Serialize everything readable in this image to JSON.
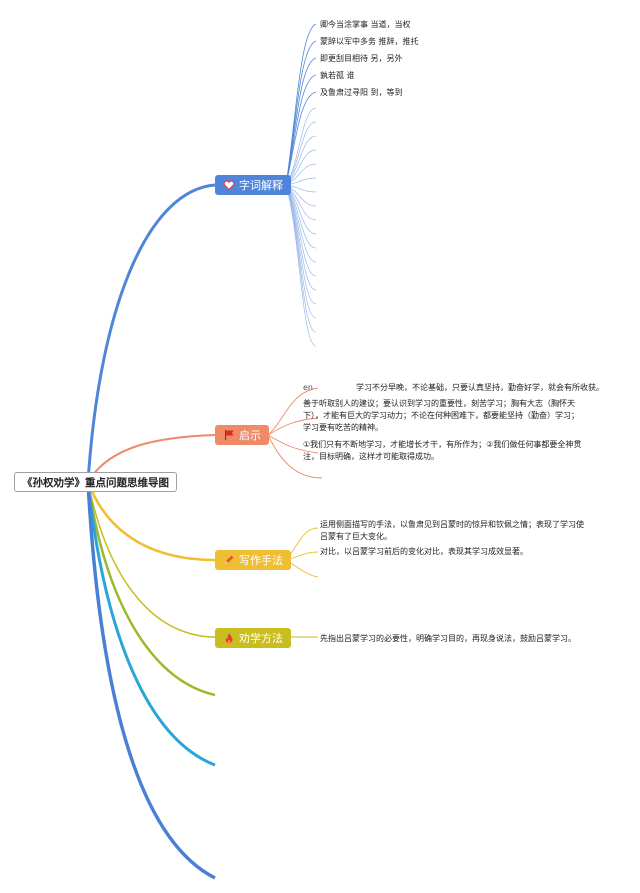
{
  "root": {
    "title": "《孙权劝学》重点问题思维导图"
  },
  "branches": {
    "vocab": {
      "label": "字词解释",
      "items": [
        "卿今当涂掌事 当道，当权",
        "蒙辞以军中多务 推辞，推托",
        "即更刮目相待 另，另外",
        "孰若孤 谁",
        "及鲁肃过寻阳 到，等到"
      ]
    },
    "insight": {
      "label": "启示",
      "prefix": "en",
      "items": [
        "学习不分早晚，不论基础，只要认真坚持，勤奋好学，就会有所收获。",
        "善于听取别人的建议；要认识到学习的重要性，刻苦学习；胸有大志（胸怀天下），才能有巨大的学习动力；不论在何种困难下，都要能坚持（勤奋）学习；学习要有吃苦的精神。",
        "①我们只有不断地学习，才能增长才干，有所作为；②我们做任何事都要全神贯注，目标明确，这样才可能取得成功。"
      ]
    },
    "writing": {
      "label": "写作手法",
      "items": [
        "运用侧面描写的手法，以鲁肃见到吕蒙时的惊异和钦佩之情；表现了学习使吕蒙有了巨大变化。",
        "对比，以吕蒙学习前后的变化对比，表现其学习成效显著。"
      ]
    },
    "persuade": {
      "label": "劝学方法",
      "items": [
        "先指出吕蒙学习的必要性，明确学习目的，再现身说法，鼓励吕蒙学习。"
      ]
    }
  },
  "colors": {
    "vocab": "#4f86d9",
    "insight": "#ee8a66",
    "writing": "#f0be33",
    "persuade": "#c9bd20",
    "extra1": "#9cb92a",
    "extra2": "#2aa5d8",
    "extra3": "#4a7fd6"
  },
  "icons": {
    "vocab": "heart-icon",
    "insight": "flag-icon",
    "writing": "pencil-icon",
    "persuade": "flame-icon"
  }
}
